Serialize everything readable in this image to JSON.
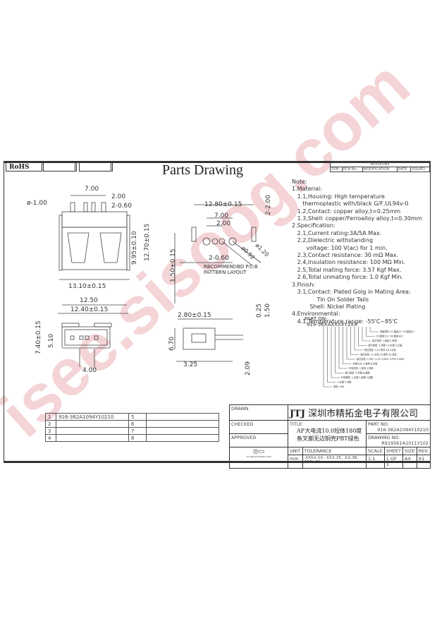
{
  "header": {
    "rohs": "RoHS",
    "title": "Parts Drawing"
  },
  "revisions": {
    "title": "REVISIONS",
    "cols": [
      "SYM",
      "ECN No.",
      "MODIFICATION",
      "DATE",
      "ISSUED"
    ]
  },
  "notes": [
    "Note:",
    "1.Material:",
    "   1.1,Housing: High temperature",
    "      thermoplastic with/black G/F,UL94v-0",
    "   1.2,Contact: copper alloy,t=0.25mm",
    "   1.3,Shell: copper/Ferroalloy alloy,t=0.30mm",
    "2.Specification:",
    "   2.1,Current rating:3A/5A Max.",
    "   2.2,Dielectric withstanding",
    "        voltage: 100 V(ac) for 1 min.",
    "   2.3,Contact resistance: 30 mΩ Max.",
    "   2.4,Insulation resistance: 100 MΩ Min.",
    "   2.5,Total mating force: 3.57 Kgf Max.",
    "   2.6,Total unmating force: 1.0 Kgf Min.",
    "3.Finish:",
    "   3.1,Contact: Plated Golg in Mating Area:",
    "              Tin On Solder Tails",
    "          Shell: Nickel Plating",
    "4.Environmental:",
    "   4.1,Temperature range: -55'C~85'C"
  ],
  "dims": {
    "top_view": [
      "ø-1.00",
      "7.00",
      "2.00",
      "2-0.60",
      "9.95±0.10",
      "12.70±0.15",
      "13.10±0.15"
    ],
    "pcb": [
      "12.80±0.15",
      "7.00",
      "2.00",
      "2-2.00",
      "1.50±0.15",
      "2-0.60",
      "ø0.92",
      "ø1.20"
    ],
    "pcb_label": [
      "RBCOMMENDBD P.C.B",
      "PATTBRN LAYOUT"
    ],
    "front": [
      "12.50",
      "12.40±0.15",
      "7.40±0.15",
      "5.10",
      "4.00"
    ],
    "side": [
      "2.80±0.15",
      "0.25",
      "1.50",
      "6.70",
      "3.25",
      "2.09"
    ]
  },
  "part_on": {
    "label": "PART ON:",
    "code": "919-56XAXXXXY2XX",
    "legend": [
      "电镀类别: 01,镀金1u\" 04,镀金3u\"",
      "05,镀金15u\" 06,镀金30u\"",
      "端子材质: 1,磷铜 2,黄铜",
      "端子类型: 3,弯脚 7,180度 5,沉板",
      "胶芯类型: 1,6,2有耳 4,6,2无耳",
      "胶芯颜色: 01,白色 03,黑色 05,蓝色",
      "胶芯材质: 1,PBT 2,LCP 3,PA9T 4,PPS 5,PA6T",
      "封装方式: A,卷带 B,托盘",
      "外壳材质: 1,铁壳 2,铜壳",
      "端口类型: A,弯脚 B,直脚",
      "外壳脚型: 1,无脚 2,双脚 3,四脚",
      "4,左脚 5,右脚",
      "类别: USB"
    ]
  },
  "bom": [
    [
      "1",
      "916-362A1094Y10210",
      "5",
      ""
    ],
    [
      "2",
      "",
      "6",
      ""
    ],
    [
      "3",
      "",
      "7",
      ""
    ],
    [
      "4",
      "",
      "8",
      ""
    ]
  ],
  "title_block": {
    "drawn": "DRAWN",
    "checked": "CHECKED",
    "approved": "APPROVED",
    "logo": "JTJ",
    "company": "深圳市精拓金电子有限公司",
    "title_label": "TITLE",
    "title_line1": "AF大电流10.0短体180度",
    "title_line2": "鱼叉脚无边铜壳PBT绿色",
    "part_no_label": "PART NO.",
    "part_no": "916-362A1094Y10210",
    "drawing_no_label": "DRAWING NO.",
    "drawing_no": "R919561A1011Y102",
    "projection": "1st ANGLE PROJECTION",
    "unit_label": "UNIT",
    "unit": "mm",
    "tolerance_label": "TOLERANCE",
    "tolerance": ".XXX±.10, .XX±.25, .X±.38, ANG±5°",
    "scale_label": "SCALE",
    "scale": "1:1",
    "sheet_label": "SHEET",
    "sheet": "1 OF 1",
    "size_label": "SIZE",
    "size": "A4",
    "rev_label": "REV.",
    "rev": "X1"
  },
  "watermark": "isee.sisoog.com"
}
